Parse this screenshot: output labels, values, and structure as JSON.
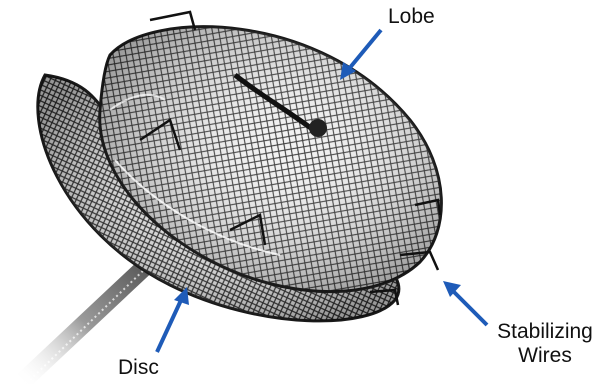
{
  "labels": {
    "lobe": "Lobe",
    "disc": "Disc",
    "stabilizing_line1": "Stabilizing",
    "stabilizing_line2": "Wires"
  },
  "colors": {
    "arrow": "#1e5bb8",
    "mesh": "#2a2a2a",
    "background": "#ffffff"
  }
}
